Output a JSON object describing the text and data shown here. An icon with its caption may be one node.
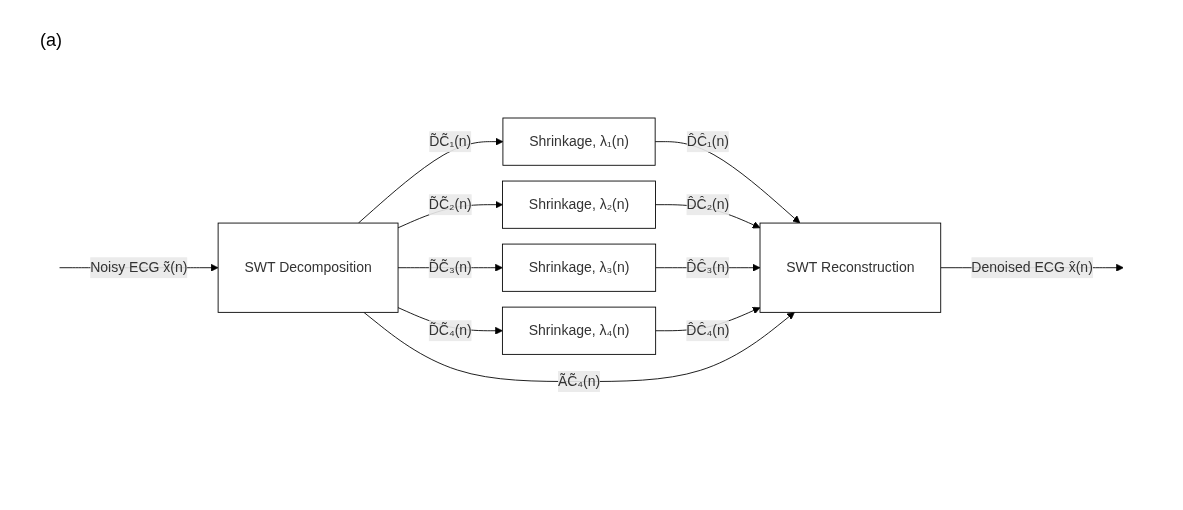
{
  "diagram": {
    "nodes": [
      {
        "text": [
          "SWT Decomposition"
        ]
      },
      {
        "text": [
          "Shrinkage, λ₁(n)"
        ]
      },
      {
        "text": [
          "Shrinkage, λ₂(n)"
        ]
      },
      {
        "text": [
          "Shrinkage, λ₃(n)"
        ]
      },
      {
        "text": [
          "Shrinkage, λ₄(n)"
        ]
      },
      {
        "text": [
          "SWT Reconstruction"
        ]
      }
    ],
    "edges": [
      {
        "from": null,
        "to": 0,
        "arrow": "to",
        "label": "Noisy ECG x̃(n)"
      },
      {
        "from": 0,
        "to": 1,
        "arrow": "to",
        "label": "D̃C̃₁(n)"
      },
      {
        "from": 0,
        "to": 2,
        "arrow": "to",
        "label": "D̃C̃₂(n)"
      },
      {
        "from": 0,
        "to": 3,
        "arrow": "to",
        "label": "D̃C̃₃(n)"
      },
      {
        "from": 0,
        "to": 4,
        "arrow": "to",
        "label": "D̃C̃₄(n)"
      },
      {
        "from": 1,
        "to": 5,
        "arrow": "to",
        "label": "D̂Ĉ₁(n)"
      },
      {
        "from": 2,
        "to": 5,
        "arrow": "to",
        "label": "D̂Ĉ₂(n)"
      },
      {
        "from": 3,
        "to": 5,
        "arrow": "to",
        "label": "D̂Ĉ₃(n)"
      },
      {
        "from": 4,
        "to": 5,
        "arrow": "to",
        "label": "D̂Ĉ₄(n)"
      },
      {
        "from": 0,
        "to": 5,
        "arrow": "to",
        "label": "ÃC̃₄(n)"
      },
      {
        "from": 5,
        "to": null,
        "arrow": "to",
        "label": "Denoised ECG x̂(n)"
      }
    ],
    "labels": [
      "(a)"
    ]
  }
}
